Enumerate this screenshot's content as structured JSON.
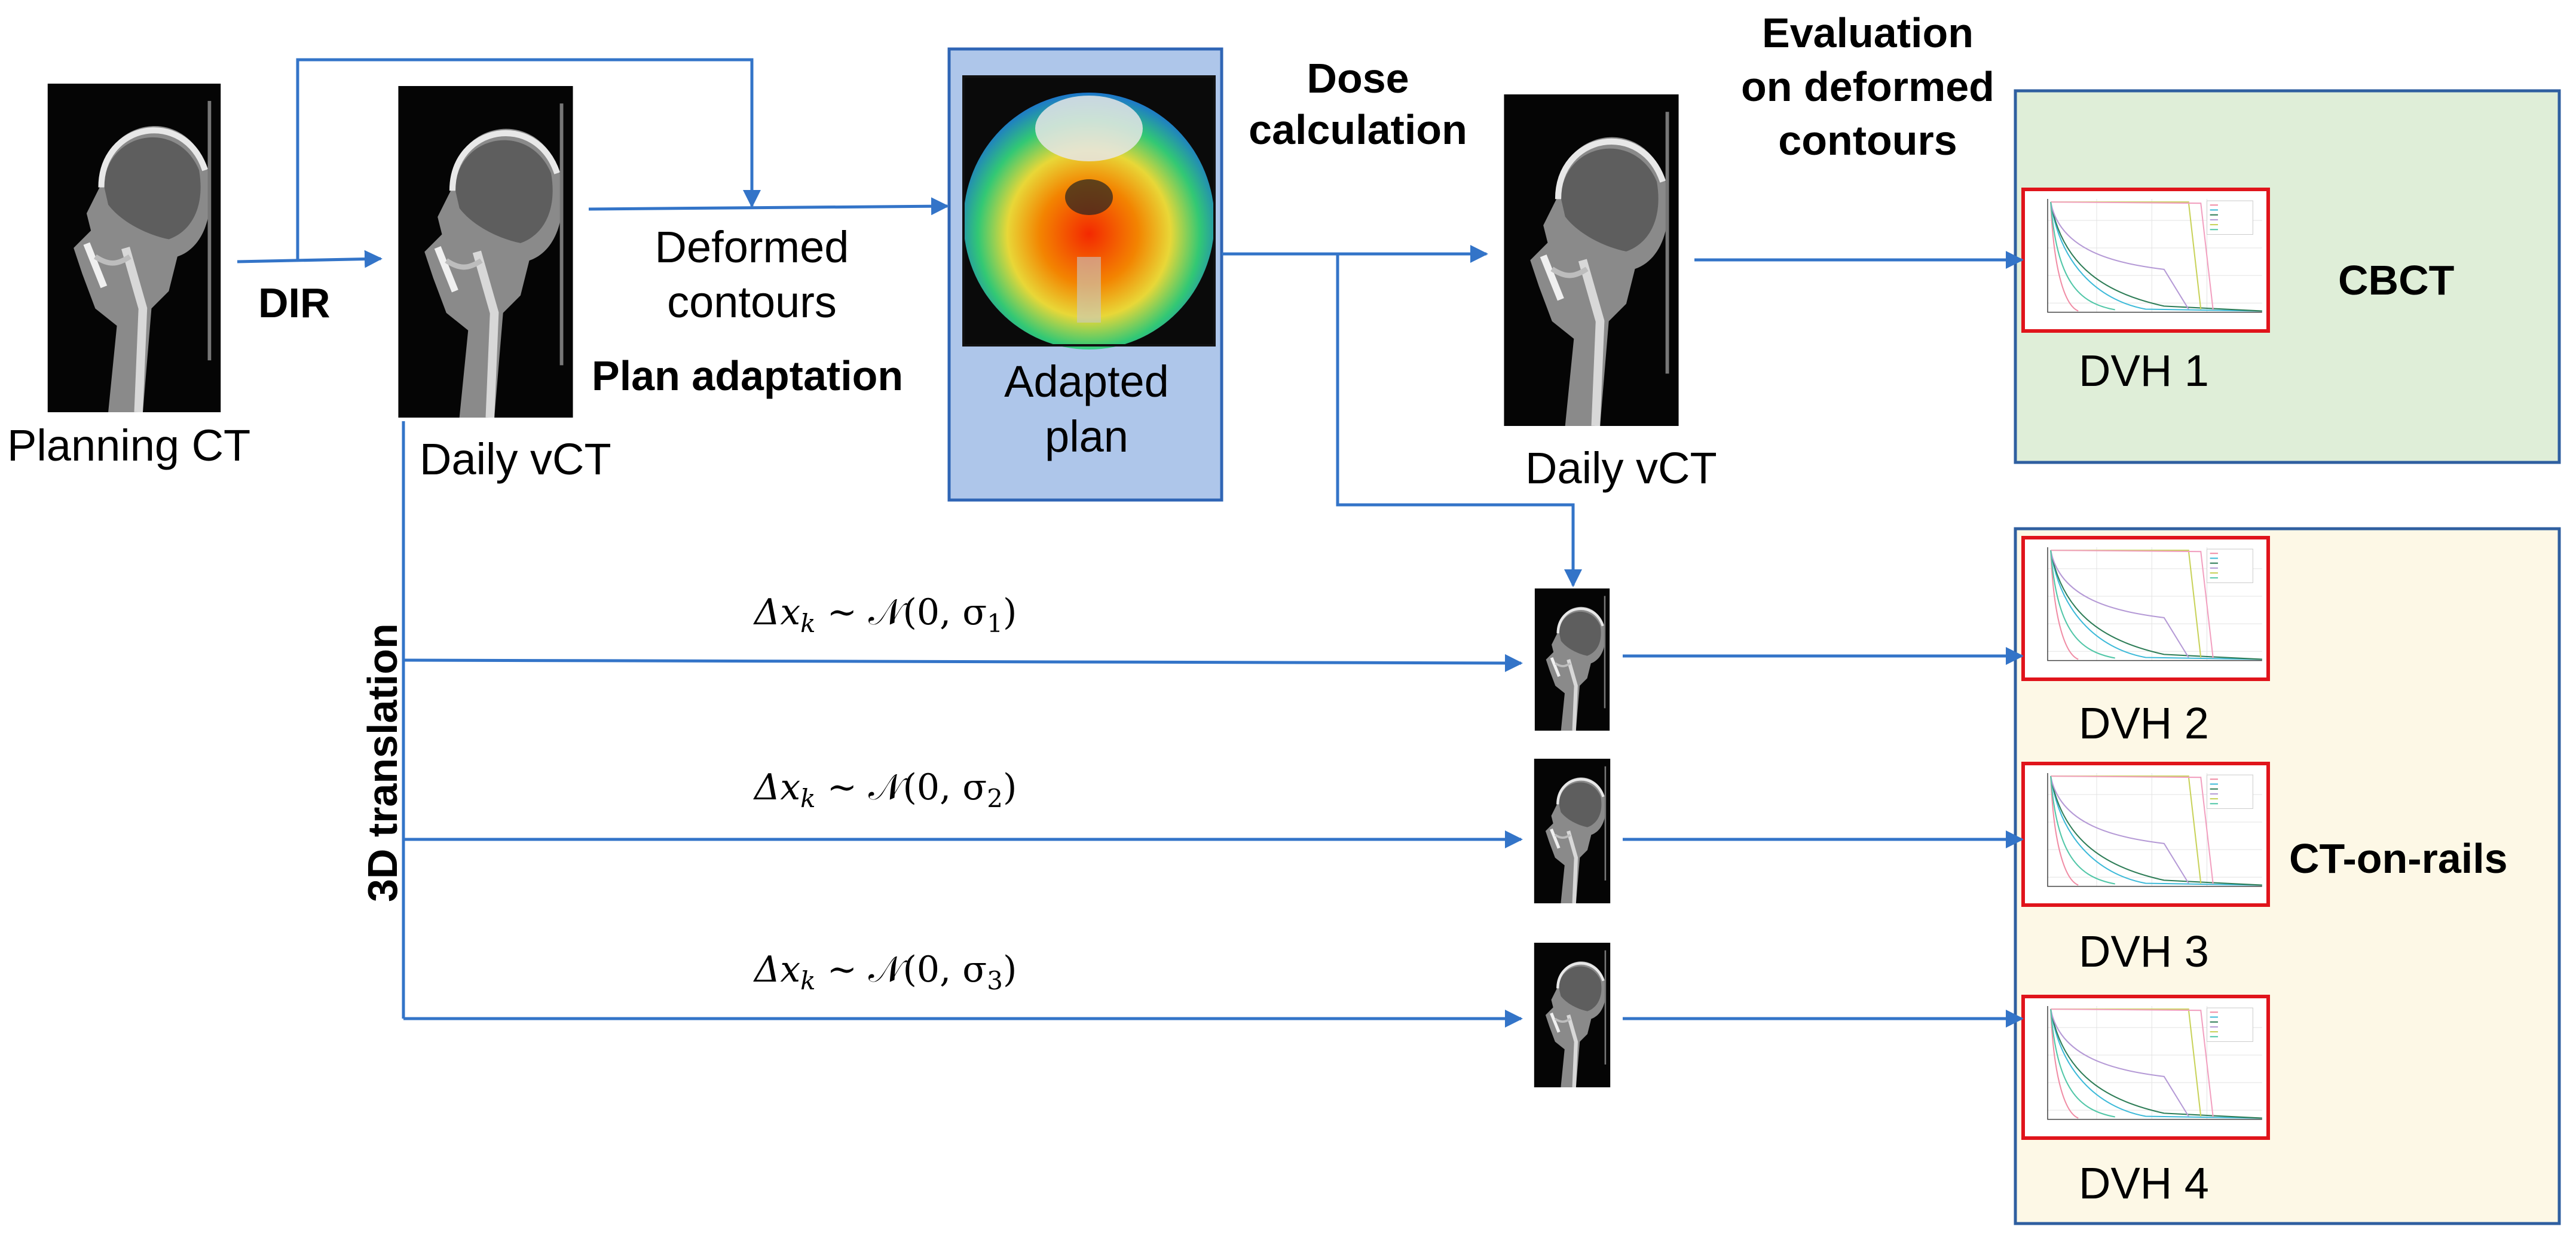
{
  "labels": {
    "planning_ct": "Planning CT",
    "dir": "DIR",
    "daily_vct_1": "Daily vCT",
    "deformed_contours_1": "Deformed",
    "deformed_contours_2": "contours",
    "plan_adaptation": "Plan adaptation",
    "adapted_plan_1": "Adapted",
    "adapted_plan_2": "plan",
    "dose_calc_1": "Dose",
    "dose_calc_2": "calculation",
    "daily_vct_2": "Daily vCT",
    "evaluation_1": "Evaluation",
    "evaluation_2": "on deformed",
    "evaluation_3": "contours",
    "translation_3d": "3D translation",
    "cbct": "CBCT",
    "ct_on_rails": "CT-on-rails"
  },
  "formulas": [
    {
      "prefix": "Δx",
      "sub": "k",
      "mid": " ~ 𝒩(0, σ",
      "sigma_sub": "1",
      "suffix": ")"
    },
    {
      "prefix": "Δx",
      "sub": "k",
      "mid": " ~ 𝒩(0, σ",
      "sigma_sub": "2",
      "suffix": ")"
    },
    {
      "prefix": "Δx",
      "sub": "k",
      "mid": " ~ 𝒩(0, σ",
      "sigma_sub": "3",
      "suffix": ")"
    }
  ],
  "dvh_labels": [
    "DVH 1",
    "DVH 2",
    "DVH 3",
    "DVH 4"
  ],
  "colors": {
    "arrow": "#3374c8",
    "cbct_box_fill": "#dfeed8",
    "cbct_box_border": "#2f5fa0",
    "rails_box_fill": "#fdf8e6",
    "rails_box_border": "#2f5fa0",
    "adapted_fill": "#aec6ea",
    "adapted_border": "#2f65b5",
    "dvh_border": "#e0141b"
  },
  "icons": [
    "ct-sagittal-image",
    "dose-map-image",
    "dvh-plot-image"
  ]
}
